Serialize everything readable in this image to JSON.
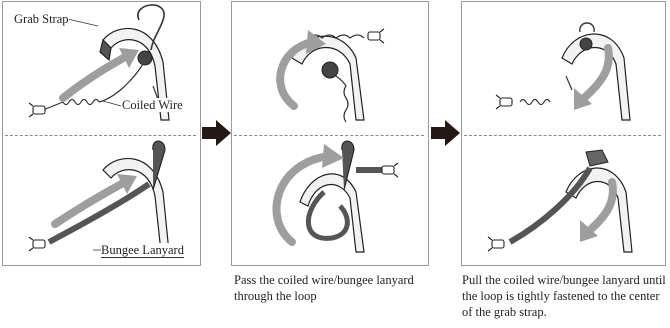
{
  "labels": {
    "grab_strap": "Grab Strap",
    "coiled_wire": "Coiled Wire",
    "bungee_lanyard": "Bungee Lanyard"
  },
  "captions": {
    "step2": "Pass the coiled wire/bungee lanyard through the loop",
    "step3": "Pull the coiled wire/bungee lanyard until the loop is tightly fastened to the center of the grab strap."
  },
  "colors": {
    "arrow": "#9e9e9e",
    "step_arrow": "#231815",
    "strap_fill": "#f2f2f2",
    "outline": "#222222"
  }
}
